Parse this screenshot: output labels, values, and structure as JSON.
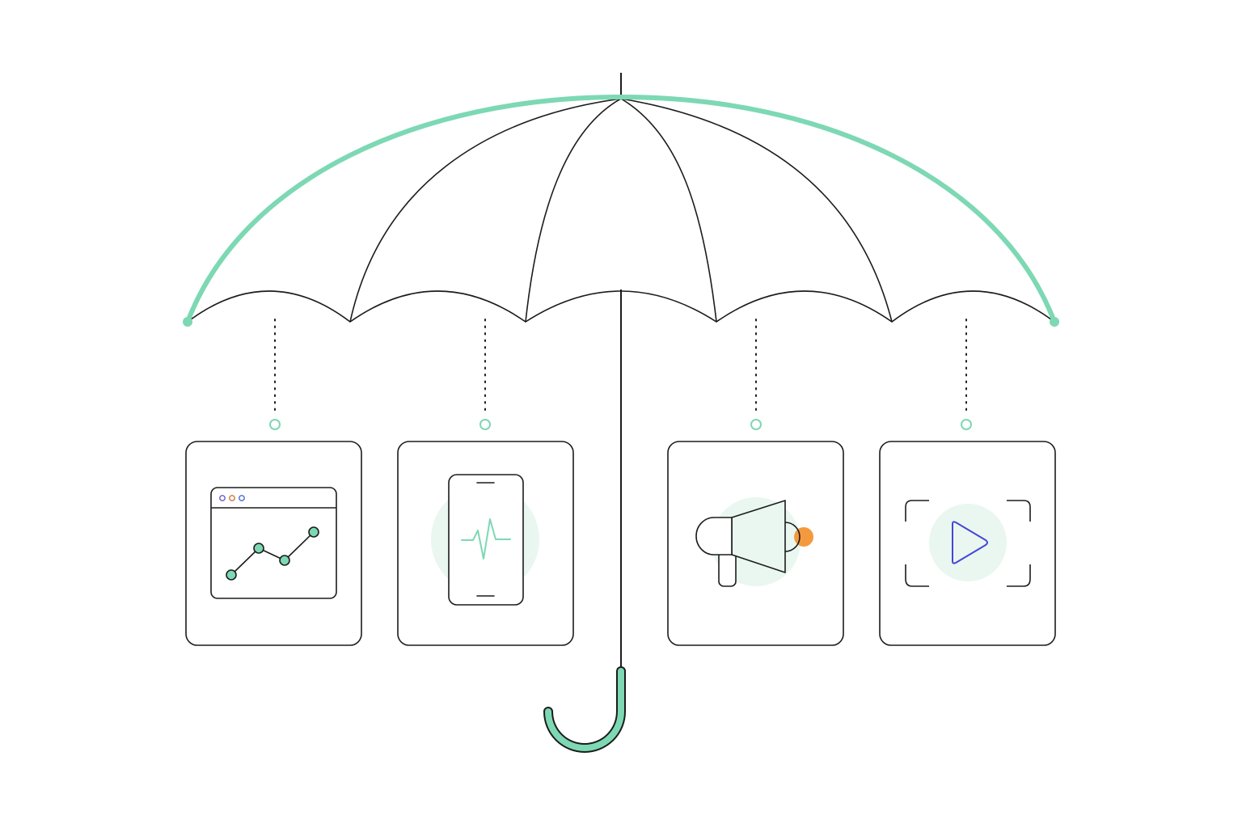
{
  "illustration": {
    "concept": "umbrella-covering-services",
    "colors": {
      "accent_green": "#7dd8b4",
      "soft_green": "#e9f7f0",
      "line": "#1c1c1c",
      "card_border": "#1c1c1c",
      "card_fill": "#ffffff",
      "play_blue": "#4646d8",
      "megaphone_orange": "#f49a3e",
      "dot_purple": "#6a5ad0",
      "dot_orange": "#c87a3a",
      "dot_blue": "#4a6ad8"
    },
    "umbrella": {
      "canopy_icon": "umbrella-canopy-icon",
      "handle_icon": "umbrella-handle-icon"
    },
    "cards": [
      {
        "id": "analytics",
        "icon": "browser-line-chart-icon"
      },
      {
        "id": "mobile",
        "icon": "phone-heartbeat-icon"
      },
      {
        "id": "marketing",
        "icon": "megaphone-icon"
      },
      {
        "id": "video",
        "icon": "video-play-frame-icon"
      }
    ]
  }
}
